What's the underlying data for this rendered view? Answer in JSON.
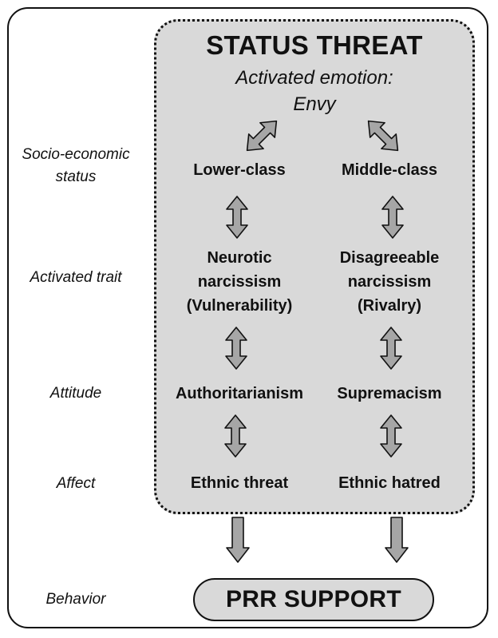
{
  "panel": {
    "title": "STATUS THREAT",
    "emotion_line1": "Activated emotion:",
    "emotion_line2": "Envy"
  },
  "row_labels": {
    "status_line1": "Socio-economic",
    "status_line2": "status",
    "trait": "Activated trait",
    "attitude": "Attitude",
    "affect": "Affect",
    "behavior": "Behavior"
  },
  "left_path": {
    "status": "Lower-class",
    "trait_line1": "Neurotic",
    "trait_line2": "narcissism",
    "trait_line3": "(Vulnerability)",
    "attitude": "Authoritarianism",
    "affect": "Ethnic threat"
  },
  "right_path": {
    "status": "Middle-class",
    "trait_line1": "Disagreeable",
    "trait_line2": "narcissism",
    "trait_line3": "(Rivalry)",
    "attitude": "Supremacism",
    "affect": "Ethnic hatred"
  },
  "outcome": {
    "label": "PRR SUPPORT"
  },
  "colors": {
    "panel_fill": "#d9d9d9",
    "arrow_fill": "#a6a6a6",
    "stroke": "#111111"
  }
}
